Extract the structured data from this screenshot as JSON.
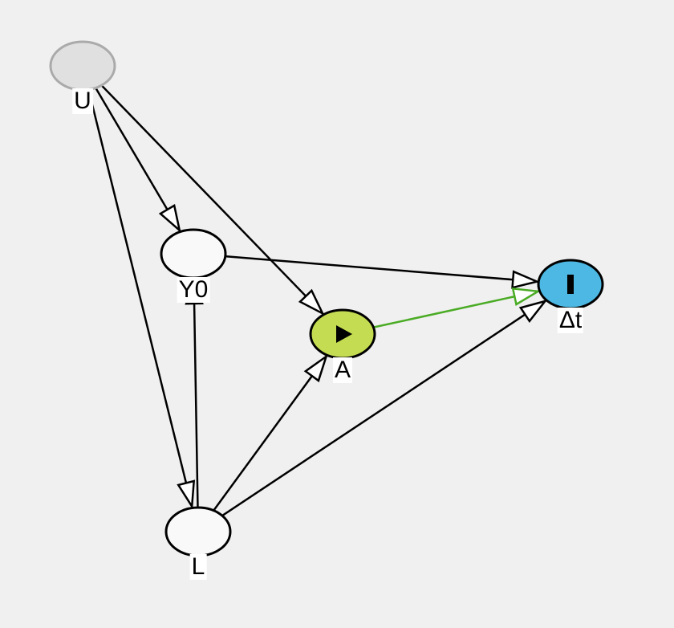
{
  "nodes": [
    {
      "id": "U",
      "label": "U",
      "kind": "latent",
      "fill": "#e0e0e0",
      "stroke": "#aaaaaa"
    },
    {
      "id": "Y0",
      "label": "Y0",
      "kind": "adjusted",
      "fill": "#f9f9f9",
      "stroke": "#000000"
    },
    {
      "id": "A",
      "label": "A",
      "kind": "exposure",
      "fill": "#c4dc52",
      "stroke": "#000000",
      "icon": "play-icon"
    },
    {
      "id": "dt",
      "label": "Δt",
      "kind": "outcome",
      "fill": "#4cb8e3",
      "stroke": "#000000",
      "icon": "bar-icon"
    },
    {
      "id": "L",
      "label": "L",
      "kind": "adjusted",
      "fill": "#f9f9f9",
      "stroke": "#000000"
    }
  ],
  "edges": [
    {
      "from": "U",
      "to": "Y0",
      "color": "#000000"
    },
    {
      "from": "U",
      "to": "A",
      "color": "#000000"
    },
    {
      "from": "U",
      "to": "L",
      "color": "#000000"
    },
    {
      "from": "Y0",
      "to": "dt",
      "color": "#000000"
    },
    {
      "from": "L",
      "to": "Y0",
      "color": "#000000"
    },
    {
      "from": "L",
      "to": "A",
      "color": "#000000"
    },
    {
      "from": "L",
      "to": "dt",
      "color": "#000000"
    },
    {
      "from": "A",
      "to": "dt",
      "color": "#4aab24"
    }
  ]
}
